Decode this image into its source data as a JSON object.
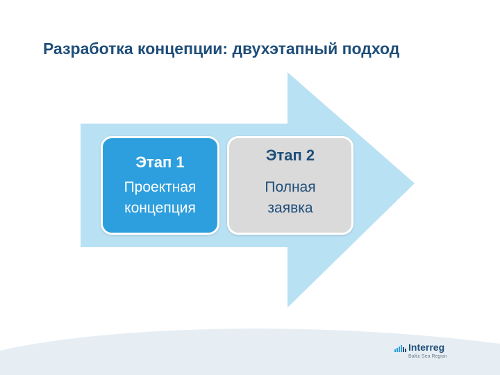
{
  "slide": {
    "title": "Разработка концепции: двухэтапный подход"
  },
  "stages": [
    {
      "label": "Этап 1",
      "description": "Проектная\nконцепция",
      "color": "#2e9fde"
    },
    {
      "label": "Этап 2",
      "description": "Полная\nзаявка",
      "color": "#dadada"
    }
  ],
  "colors": {
    "title": "#1f4e79",
    "arrow": "#b9e1f4",
    "footer_wave": "#e6eef3"
  },
  "logo": {
    "name": "Interreg",
    "subtitle": "Baltic Sea Region"
  }
}
